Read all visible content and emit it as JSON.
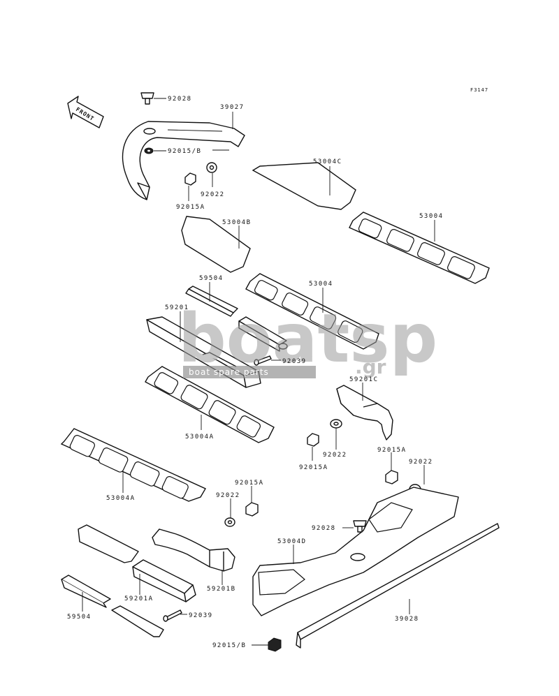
{
  "figure_ref": "F3147",
  "front_label": "FRONT",
  "watermark": {
    "brand": "boatsp",
    "suffix": ".gr",
    "tagline": "boat spare parts"
  },
  "callouts": {
    "c92028_top": "92028",
    "c39027": "39027",
    "c92015B_top": "92015/B",
    "c92022_top": "92022",
    "c92015A_top": "92015A",
    "c53004C": "53004C",
    "c53004_right": "53004",
    "c53004B": "53004B",
    "c59504_top": "59504",
    "c53004_mid": "53004",
    "c59201": "59201",
    "c92039_mid": "92039",
    "c59201C": "59201C",
    "c53004A_mid": "53004A",
    "c92022_mid": "92022",
    "c92015A_mid": "92015A",
    "c92015A_right": "92015A",
    "c92022_right": "92022",
    "c53004A_left": "53004A",
    "c92015A_low": "92015A",
    "c92022_low": "92022",
    "c92028_low": "92028",
    "c53004D": "53004D",
    "c59201B": "59201B",
    "c59201A": "59201A",
    "c59504_low": "59504",
    "c92039_low": "92039",
    "c39028": "39028",
    "c92015B_low": "92015/B"
  }
}
